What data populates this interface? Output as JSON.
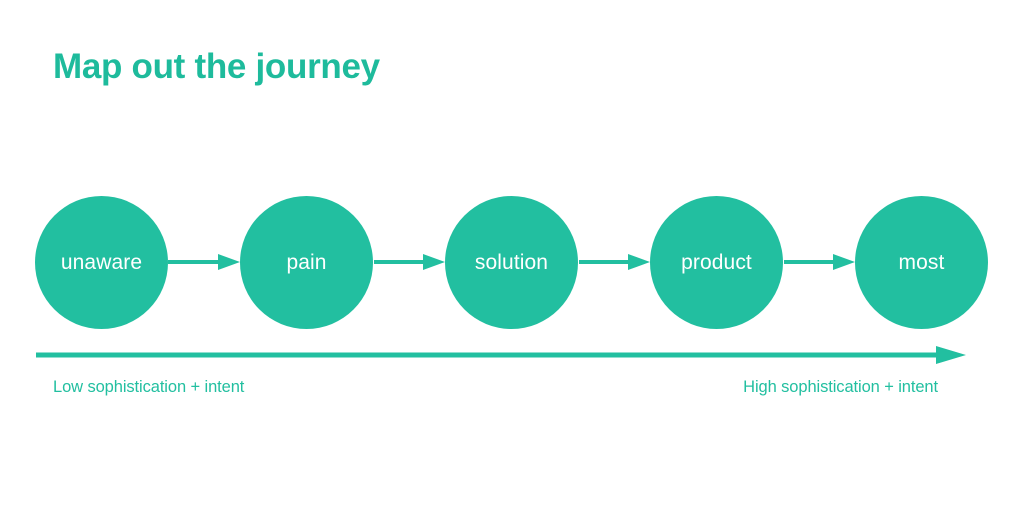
{
  "slide": {
    "title": "Map out the journey",
    "background_color": "#ffffff",
    "accent_color": "#22bfa0",
    "node_text_color": "#ffffff"
  },
  "journey": {
    "stages": [
      {
        "label": "unaware",
        "order": 1
      },
      {
        "label": "pain",
        "order": 2
      },
      {
        "label": "solution",
        "order": 3
      },
      {
        "label": "product",
        "order": 4
      },
      {
        "label": "most",
        "order": 5
      }
    ],
    "connector_icon": "arrow-right-icon",
    "connector_count": 4
  },
  "axis": {
    "icon": "arrow-right-icon",
    "start_caption": "Low sophistication + intent",
    "end_caption": "High sophistication + intent"
  }
}
